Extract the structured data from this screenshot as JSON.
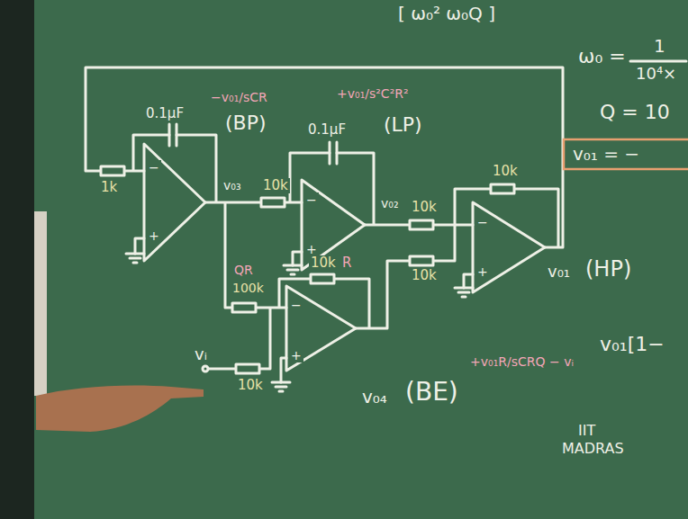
{
  "diagram": {
    "labels": [
      "[ ω₀²  ω₀Q ]",
      "−v₀₁/sCR",
      "0.1μF",
      "(BP)",
      "v₀₃",
      "10k",
      "1k",
      "0.1μF",
      "(LP)",
      "+v₀₁/s²C²R²",
      "v₀₂",
      "10k",
      "10k",
      "ω₀ =",
      "1",
      "10⁴×",
      "Q = 10",
      "v₀₁ = −",
      "v₀₁",
      "(HP)",
      "QR",
      "100k",
      "10k",
      "R",
      "10k",
      "vᵢ",
      "10k",
      "v₀₄",
      "(BE)",
      "+v₀₁R/sCRQ − vᵢ",
      "v₀₁[1−",
      "IIT",
      "MADRAS",
      "−",
      "+",
      "−",
      "+",
      "−",
      "+",
      "−",
      "+"
    ]
  }
}
